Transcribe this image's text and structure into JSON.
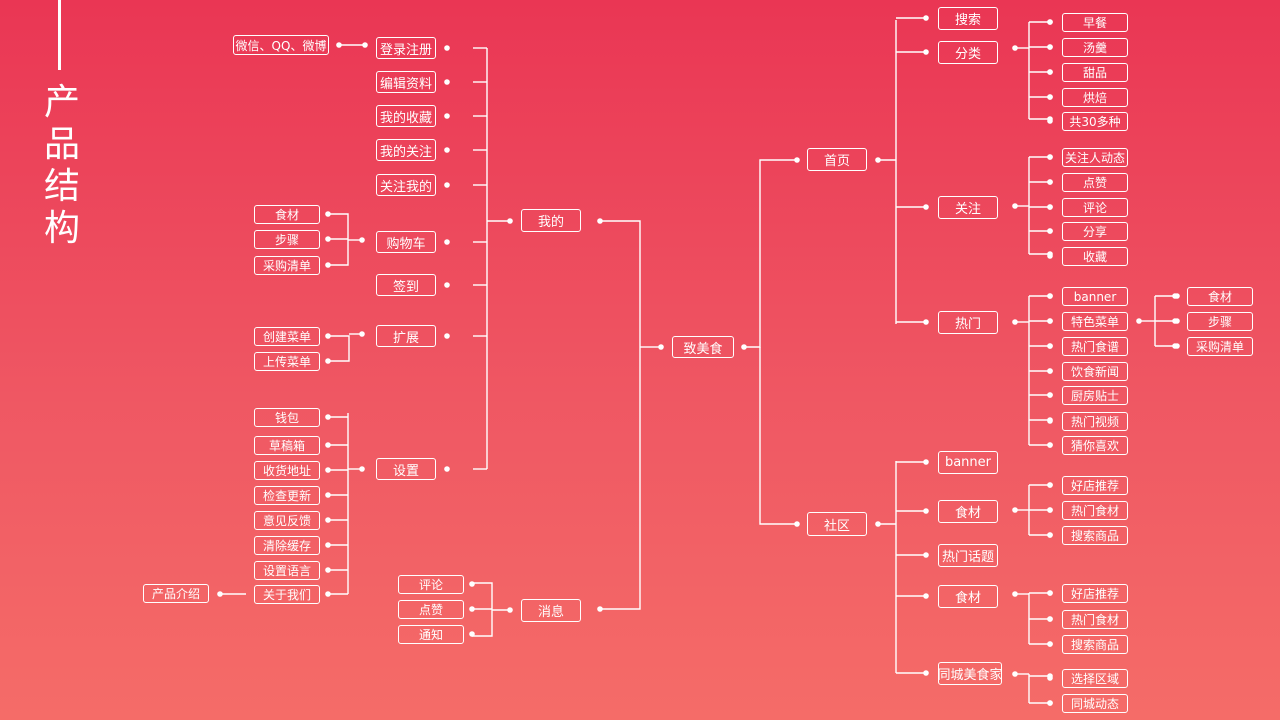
{
  "page_title": "产品结构",
  "root": {
    "label": "致美食"
  },
  "mine": {
    "label": "我的",
    "items": [
      {
        "key": "login",
        "label": "登录注册",
        "children": [
          "微信、QQ、微博"
        ]
      },
      {
        "key": "edit_profile",
        "label": "编辑资料",
        "children": []
      },
      {
        "key": "my_favorites",
        "label": "我的收藏",
        "children": []
      },
      {
        "key": "my_follows",
        "label": "我的关注",
        "children": []
      },
      {
        "key": "followers",
        "label": "关注我的",
        "children": []
      },
      {
        "key": "cart",
        "label": "购物车",
        "children": [
          "食材",
          "步骤",
          "采购清单"
        ]
      },
      {
        "key": "checkin",
        "label": "签到",
        "children": []
      },
      {
        "key": "extend",
        "label": "扩展",
        "children": [
          "创建菜单",
          "上传菜单"
        ]
      },
      {
        "key": "settings",
        "label": "设置",
        "children": [
          "钱包",
          "草稿箱",
          "收货地址",
          "检查更新",
          "意见反馈",
          "清除缓存",
          "设置语言",
          "关于我们"
        ]
      }
    ],
    "about_child": "产品介绍"
  },
  "messages": {
    "label": "消息",
    "children": [
      "评论",
      "点赞",
      "通知"
    ]
  },
  "home": {
    "label": "首页",
    "search": {
      "label": "搜索"
    },
    "category": {
      "label": "分类",
      "children": [
        "早餐",
        "汤羹",
        "甜品",
        "烘焙",
        "共30多种"
      ]
    },
    "follow": {
      "label": "关注",
      "children": [
        "关注人动态",
        "点赞",
        "评论",
        "分享",
        "收藏"
      ]
    },
    "hot": {
      "label": "热门",
      "children": [
        "banner",
        "特色菜单",
        "热门食谱",
        "饮食新闻",
        "厨房贴士",
        "热门视频",
        "猜你喜欢"
      ]
    },
    "special_menu_children": [
      "食材",
      "步骤",
      "采购清单"
    ]
  },
  "community": {
    "label": "社区",
    "banner": {
      "label": "banner"
    },
    "ingredients_1": {
      "label": "食材",
      "children": [
        "好店推荐",
        "热门食材",
        "搜索商品"
      ]
    },
    "hot_topics": {
      "label": "热门话题"
    },
    "ingredients_2": {
      "label": "食材",
      "children": [
        "好店推荐",
        "热门食材",
        "搜索商品"
      ]
    },
    "local_foodies": {
      "label": "同城美食家",
      "children": [
        "选择区域",
        "同城动态"
      ]
    }
  }
}
